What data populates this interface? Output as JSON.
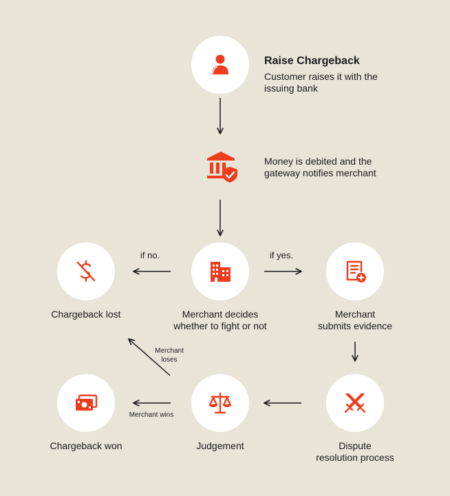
{
  "accent": "#ee3d1c",
  "background": "#e8e4d8",
  "steps": {
    "raise": {
      "title": "Raise Chargeback",
      "desc1": "Customer raises it with the",
      "desc2": "issuing bank",
      "icon": "person-icon"
    },
    "debit": {
      "line1": "Money is debited and the",
      "line2": "gateway notifies merchant",
      "icon": "bank-shield-icon"
    },
    "decide": {
      "line1": "Merchant decides",
      "line2": "whether to fight or not",
      "icon": "building-icon"
    },
    "lost": {
      "label": "Chargeback lost",
      "icon": "no-money-icon"
    },
    "evidence": {
      "line1": "Merchant",
      "line2": "submits evidence",
      "icon": "document-add-icon"
    },
    "dispute": {
      "line1": "Dispute",
      "line2": "resolution process",
      "icon": "crossed-swords-icon"
    },
    "judgement": {
      "label": "Judgement",
      "icon": "scales-icon"
    },
    "won": {
      "label": "Chargeback won",
      "icon": "cash-icon"
    }
  },
  "edges": {
    "if_no": "if no.",
    "if_yes": "if yes.",
    "merchant_loses_1": "Merchant",
    "merchant_loses_2": "loses",
    "merchant_wins": "Merchant wins"
  }
}
